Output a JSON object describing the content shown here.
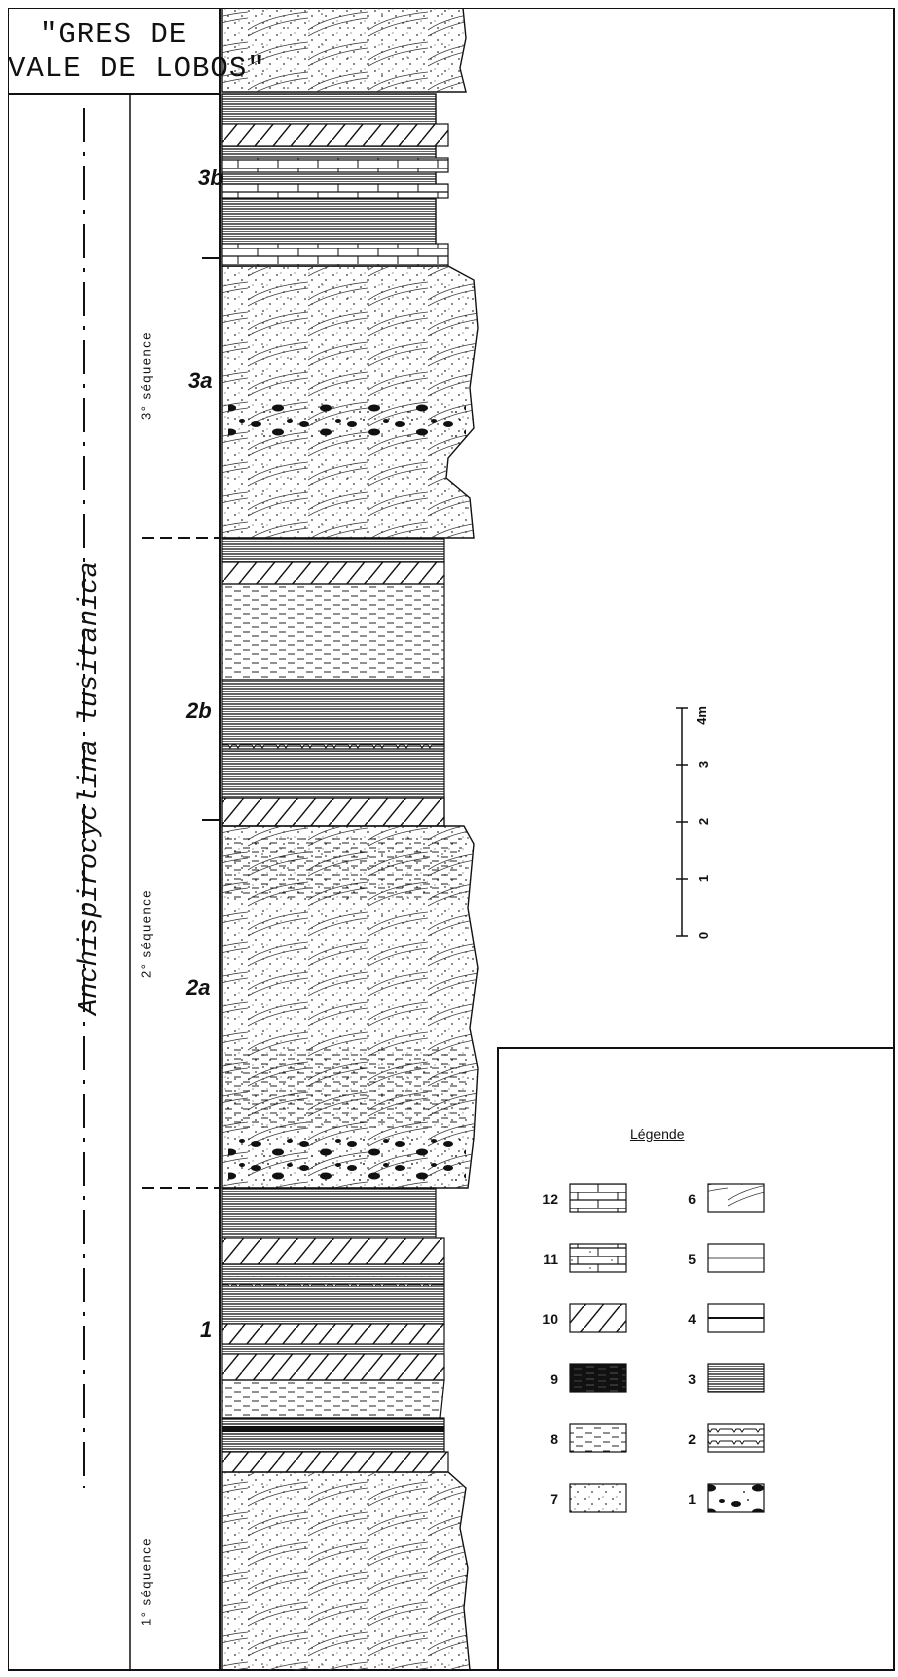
{
  "formation_label": {
    "line1": "\"GRES DE",
    "line2": "VALE DE LOBOS\""
  },
  "species_label": "Anchispirocyclina lusitanica",
  "sequences": [
    "3° séquence",
    "2° séquence",
    "1° séquence"
  ],
  "units": [
    "3b",
    "3a",
    "2b",
    "2a",
    "1"
  ],
  "scale": {
    "ticks": [
      "0",
      "1",
      "2",
      "3",
      "4m"
    ]
  },
  "legend": {
    "title": "Légende",
    "items": [
      {
        "num": "12",
        "pattern": "brick-limestone"
      },
      {
        "num": "11",
        "pattern": "dotted-brick-limestone"
      },
      {
        "num": "10",
        "pattern": "dolomite-hatch"
      },
      {
        "num": "9",
        "pattern": "black-shale"
      },
      {
        "num": "8",
        "pattern": "silty-dash"
      },
      {
        "num": "7",
        "pattern": "sand-dots"
      },
      {
        "num": "6",
        "pattern": "cross-bedding"
      },
      {
        "num": "5",
        "pattern": "thin-line"
      },
      {
        "num": "4",
        "pattern": "single-line"
      },
      {
        "num": "3",
        "pattern": "laminated-lines"
      },
      {
        "num": "2",
        "pattern": "stylolite"
      },
      {
        "num": "1",
        "pattern": "conglomerate"
      }
    ]
  }
}
